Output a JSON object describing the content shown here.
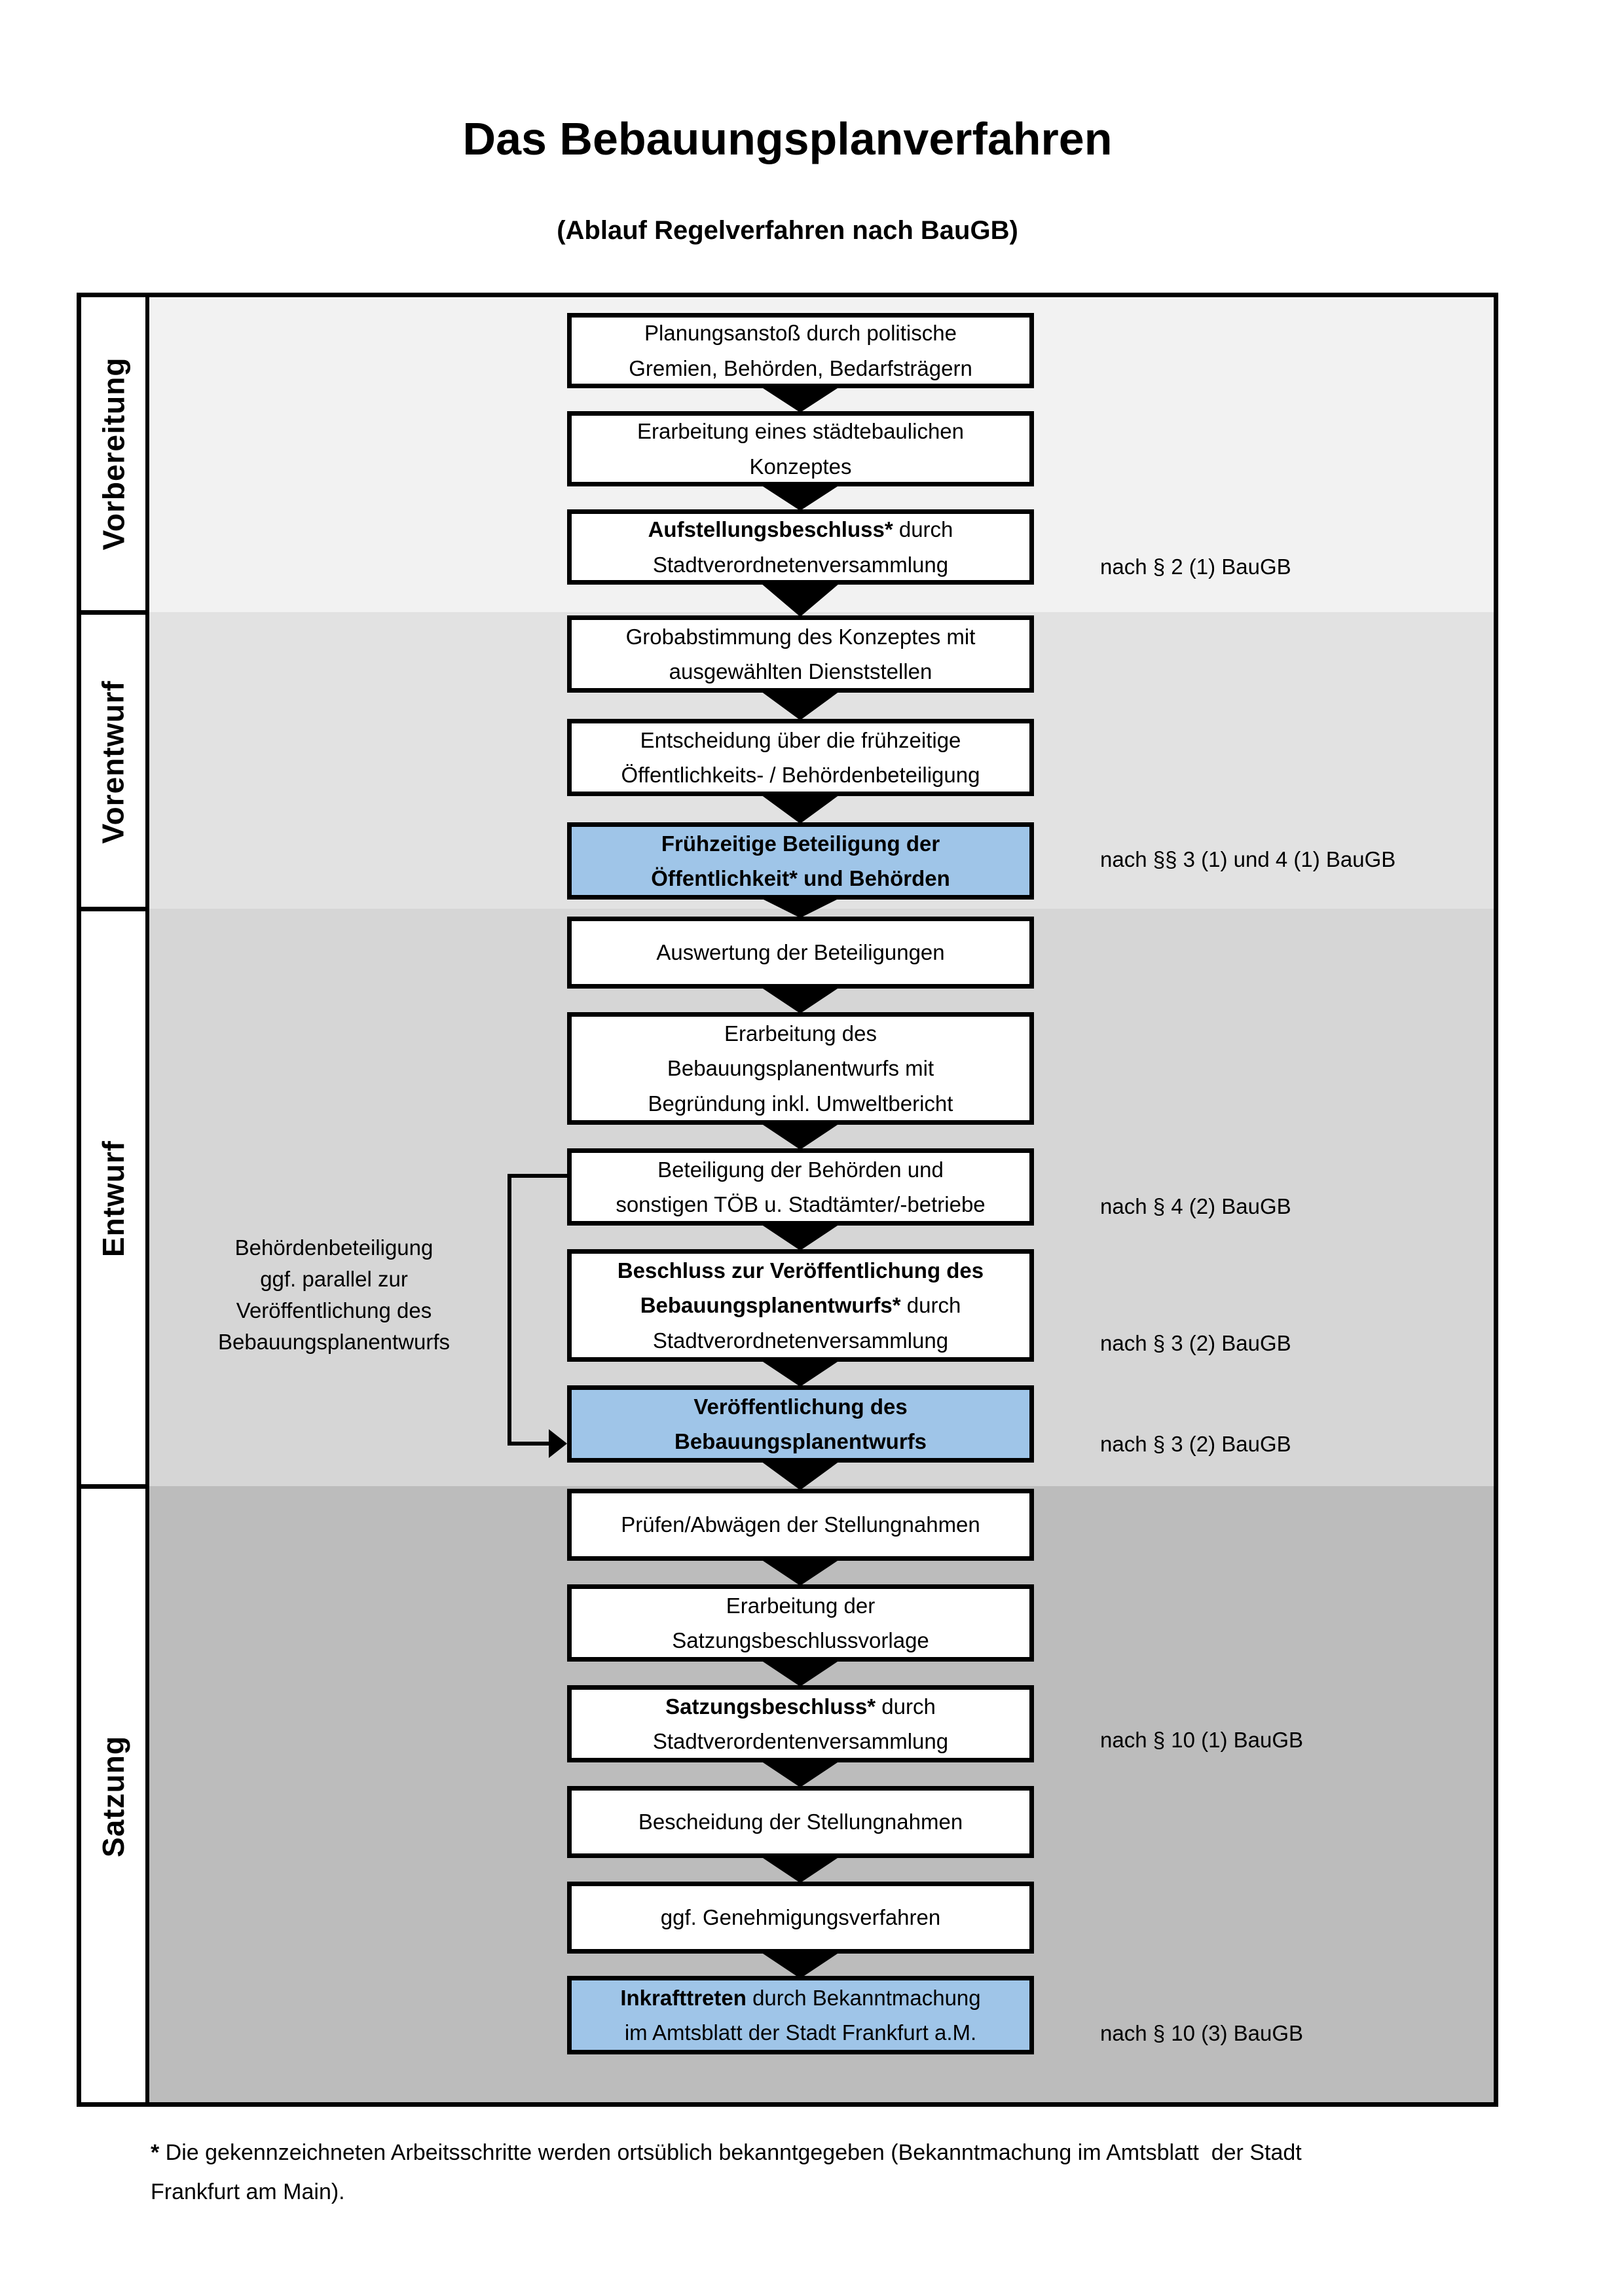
{
  "title": "Das Bebauungsplanverfahren",
  "subtitle": "(Ablauf Regelverfahren nach BauGB)",
  "phases": [
    {
      "label": "Vorbereitung"
    },
    {
      "label": "Vorentwurf"
    },
    {
      "label": "Entwurf"
    },
    {
      "label": "Satzung"
    }
  ],
  "steps": [
    {
      "bold": "",
      "text": "Planungsanstoß durch politische\nGremien, Behörden, Bedarfsträgern",
      "highlighted": false
    },
    {
      "bold": "",
      "text": "Erarbeitung eines städtebaulichen\nKonzeptes",
      "highlighted": false
    },
    {
      "bold": "Aufstellungsbeschluss*",
      "text": " durch\nStadtverordnetenversammlung",
      "highlighted": false
    },
    {
      "bold": "",
      "text": "Grobabstimmung des Konzeptes mit\nausgewählten Dienststellen",
      "highlighted": false
    },
    {
      "bold": "",
      "text": "Entscheidung über die frühzeitige\nÖffentlichkeits- / Behördenbeteiligung",
      "highlighted": false
    },
    {
      "bold": "Frühzeitige Beteiligung der\nÖffentlichkeit* und Behörden",
      "text": "",
      "highlighted": true
    },
    {
      "bold": "",
      "text": "Auswertung der Beteiligungen",
      "highlighted": false
    },
    {
      "bold": "",
      "text": "Erarbeitung des\nBebauungsplanentwurfs mit\nBegründung inkl. Umweltbericht",
      "highlighted": false
    },
    {
      "bold": "",
      "text": "Beteiligung der Behörden und\nsonstigen TÖB u. Stadtämter/-betriebe",
      "highlighted": false
    },
    {
      "bold": "Beschluss zur Veröffentlichung des\nBebauungsplanentwurfs*",
      "text": " durch\nStadtverordnetenversammlung",
      "highlighted": false
    },
    {
      "bold": "Veröffentlichung des\nBebauungsplanentwurfs",
      "text": "",
      "highlighted": true
    },
    {
      "bold": "",
      "text": "Prüfen/Abwägen der Stellungnahmen",
      "highlighted": false
    },
    {
      "bold": "",
      "text": "Erarbeitung der\nSatzungsbeschlussvorlage",
      "highlighted": false
    },
    {
      "bold": "Satzungsbeschluss*",
      "text": " durch\nStadtverordentenversammlung",
      "highlighted": false
    },
    {
      "bold": "",
      "text": "Bescheidung der Stellungnahmen",
      "highlighted": false
    },
    {
      "bold": "",
      "text": "ggf. Genehmigungsverfahren",
      "highlighted": false
    },
    {
      "bold": "Inkrafttreten",
      "text": " durch Bekanntmachung\nim Amtsblatt der Stadt Frankfurt a.M.",
      "highlighted": true
    }
  ],
  "laws": [
    "nach § 2 (1) BauGB",
    "nach §§ 3 (1) und 4 (1) BauGB",
    "nach § 4 (2) BauGB",
    "nach § 3 (2) BauGB",
    "nach § 3 (2) BauGB",
    "nach § 10 (1) BauGB",
    "nach § 10 (3) BauGB"
  ],
  "side_note": "Behördenbeteiligung\nggf. parallel zur\nVeröffentlichung des\nBebauungsplanentwurfs",
  "footnote": {
    "star": "*",
    "text": " Die gekennzeichneten Arbeitsschritte werden ortsüblich bekanntgegeben (Bekanntmachung im Amtsblatt  der Stadt\nFrankfurt am Main)."
  },
  "colors": {
    "highlight_blue": "#9fc5e8",
    "row_vorbereitung": "#f2f2f2",
    "row_vorentwurf": "#e2e2e2",
    "row_entwurf": "#d6d6d6",
    "row_satzung": "#bcbcbc",
    "border_black": "#000000"
  }
}
